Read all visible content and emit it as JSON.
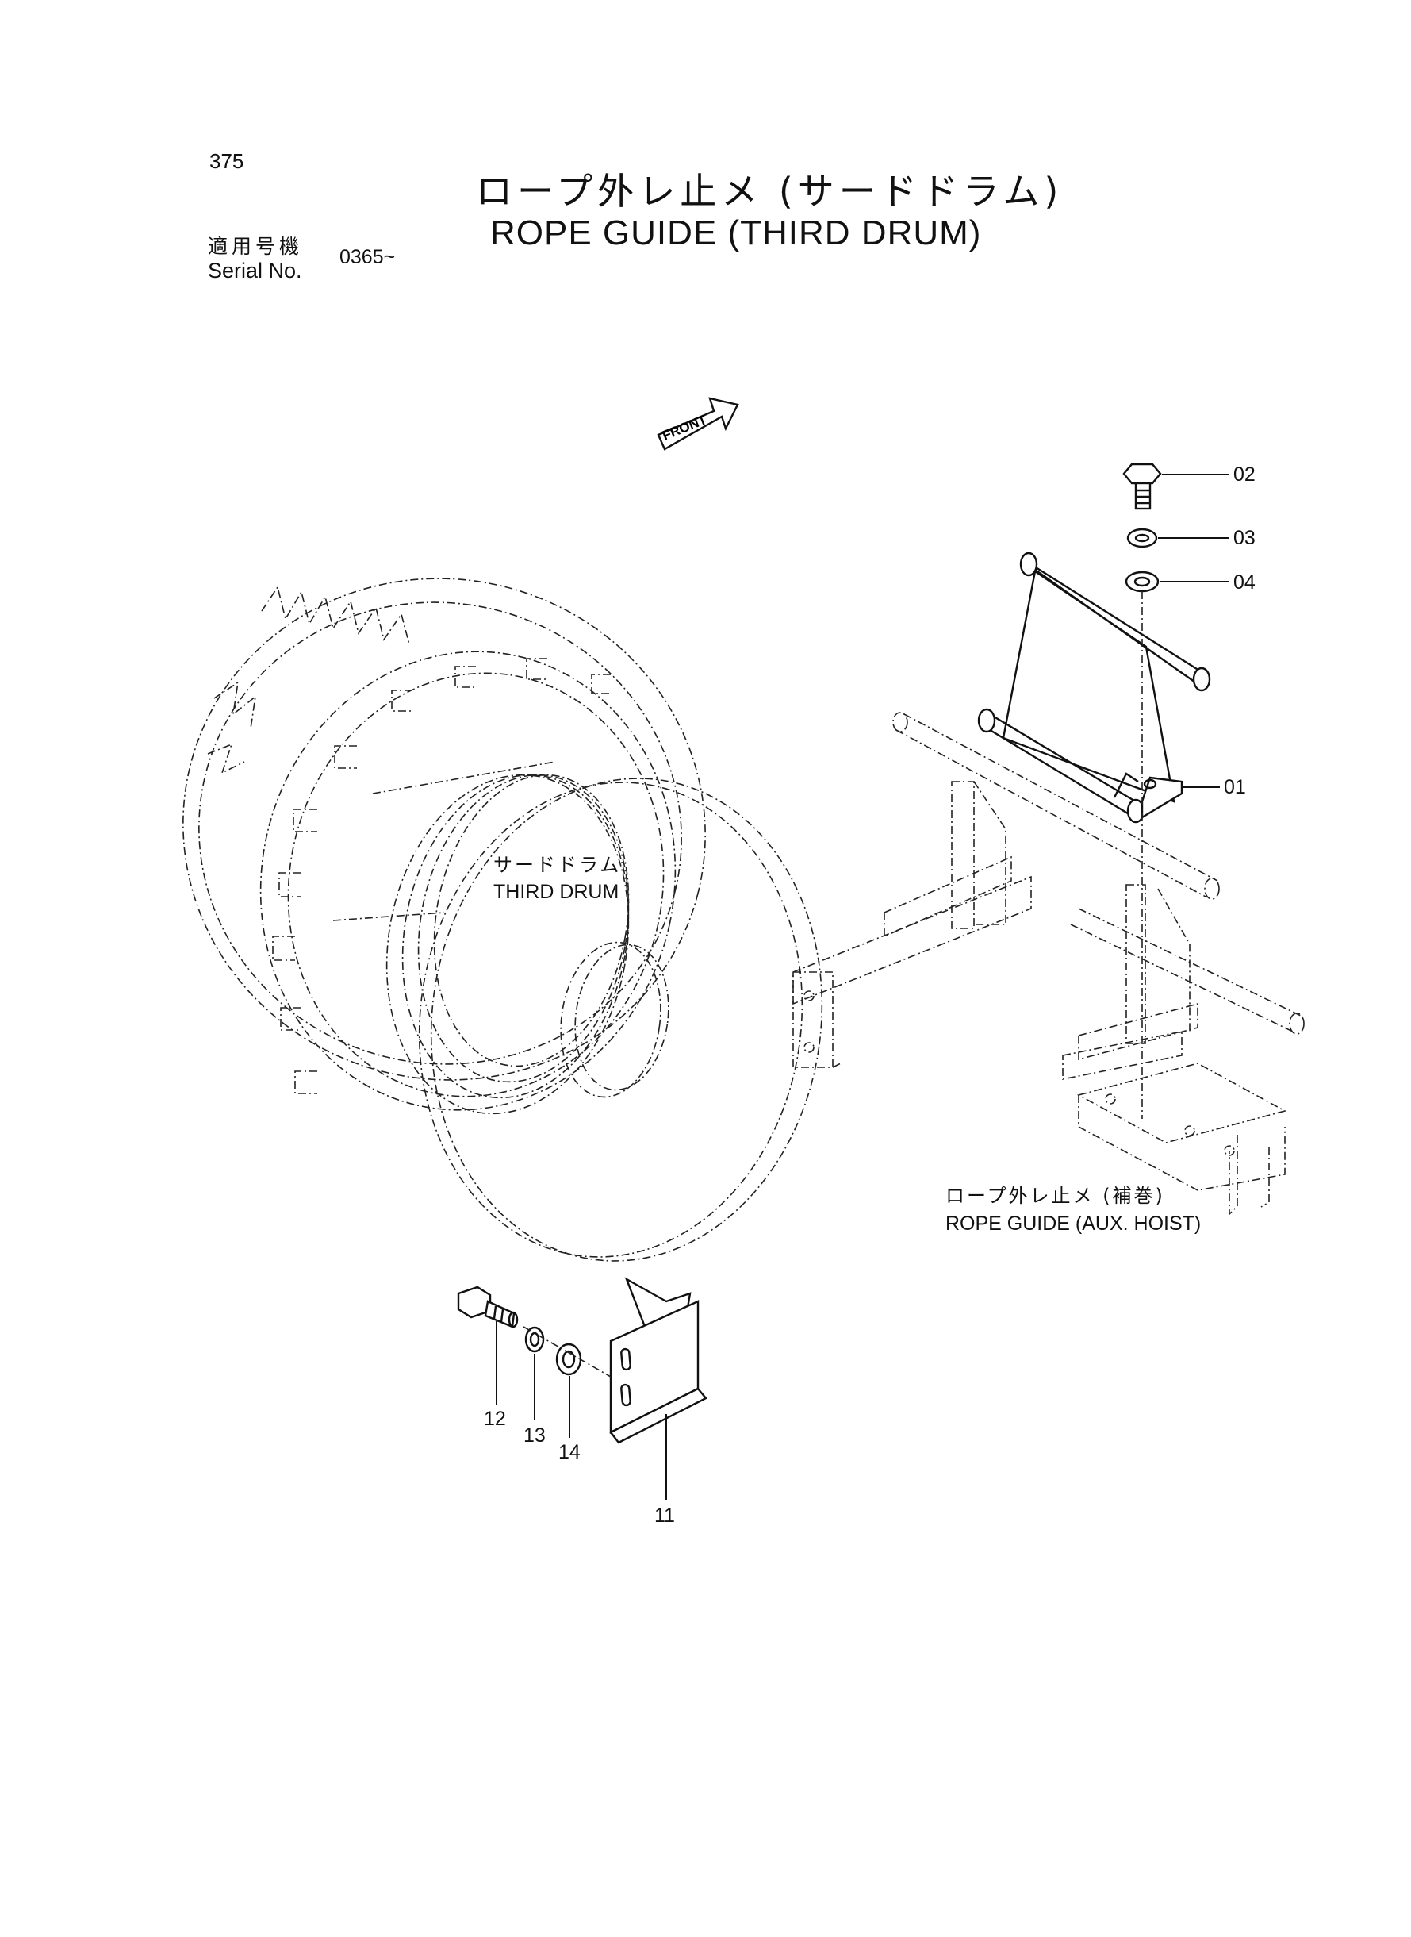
{
  "header": {
    "page_number": "375",
    "title_jp": "ロープ外レ止メ (サードドラム)",
    "title_en": "ROPE GUIDE (THIRD DRUM)",
    "serial_label_jp": "適用号機",
    "serial_label_en": "Serial No.",
    "serial_value": "0365~"
  },
  "diagram": {
    "front_marker": "FRONT",
    "labels": {
      "third_drum_jp": "サードドラム",
      "third_drum_en": "THIRD DRUM",
      "aux_guide_jp": "ロープ外レ止メ (補巻)",
      "aux_guide_en": "ROPE GUIDE (AUX. HOIST)"
    },
    "part_numbers": [
      "01",
      "02",
      "03",
      "04",
      "11",
      "12",
      "13",
      "14"
    ]
  }
}
